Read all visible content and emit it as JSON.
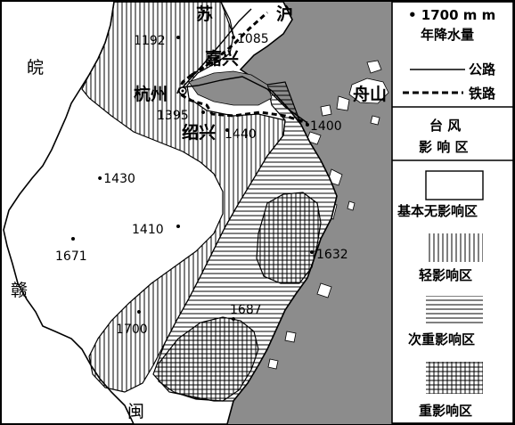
{
  "provinces": {
    "anhui": "皖",
    "jiangxi": "赣",
    "fujian": "闽",
    "jiangsu": "苏",
    "shanghai": "沪"
  },
  "places": {
    "hangzhou": "杭州",
    "shaoxing": "绍兴",
    "jiaxing": "嘉兴",
    "zhoushan": "舟山"
  },
  "rainfall_labels": [
    {
      "id": "p1192",
      "text": "1192"
    },
    {
      "id": "p1085",
      "text": "1085"
    },
    {
      "id": "p1395",
      "text": "1395"
    },
    {
      "id": "p1440",
      "text": "1440"
    },
    {
      "id": "p1400",
      "text": "1400"
    },
    {
      "id": "p1430",
      "text": "•1430"
    },
    {
      "id": "p1410",
      "text": "1410"
    },
    {
      "id": "p1671",
      "text": "1671"
    },
    {
      "id": "p1632",
      "text": "1632"
    },
    {
      "id": "p1687",
      "text": "1687"
    },
    {
      "id": "p1700",
      "text": "1700"
    }
  ],
  "legend": {
    "rain_line1": "• 1700 m m",
    "rain_line2": "年降水量",
    "highway": "公路",
    "railway": "铁路",
    "typhoon_1": "台 风",
    "typhoon_2": "影 响 区",
    "zone_none": "基本无影响区",
    "zone_light": "轻影响区",
    "zone_secondary": "次重影响区",
    "zone_heavy": "重影响区"
  },
  "colors": {
    "sea": "#8c8c8c",
    "land": "#ffffff",
    "ink": "#000000"
  }
}
